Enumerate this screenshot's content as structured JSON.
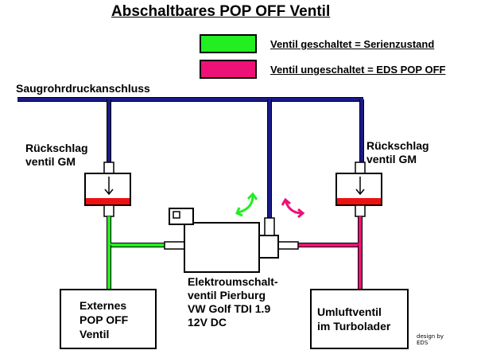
{
  "title": "Abschaltbares POP OFF Ventil",
  "legend": {
    "green_label": "Ventil geschaltet = Serienzustand",
    "pink_label": "Ventil ungeschaltet = EDS POP OFF",
    "green_color": "#22ee22",
    "pink_color": "#ee1177"
  },
  "manifold_label": "Saugrohrdruckanschluss",
  "check_valve_left": {
    "line1": "Rückschlag",
    "line2": "ventil GM"
  },
  "check_valve_right": {
    "line1": "Rückschlag",
    "line2": "ventil GM"
  },
  "solenoid": {
    "line1": "Elektroumschalt-",
    "line2": "ventil Pierburg",
    "line3": "VW Golf TDI 1.9",
    "line4": "12V DC"
  },
  "external_valve": {
    "line1": "Externes",
    "line2": "POP OFF",
    "line3": "Ventil"
  },
  "turbo_valve": {
    "line1": "Umluftventil",
    "line2": "im Turbolader"
  },
  "credit": {
    "line1": "design by",
    "line2": "EDS"
  },
  "colors": {
    "vacuum_line": "#1a1a88",
    "valve_seat": "#ee1111"
  }
}
